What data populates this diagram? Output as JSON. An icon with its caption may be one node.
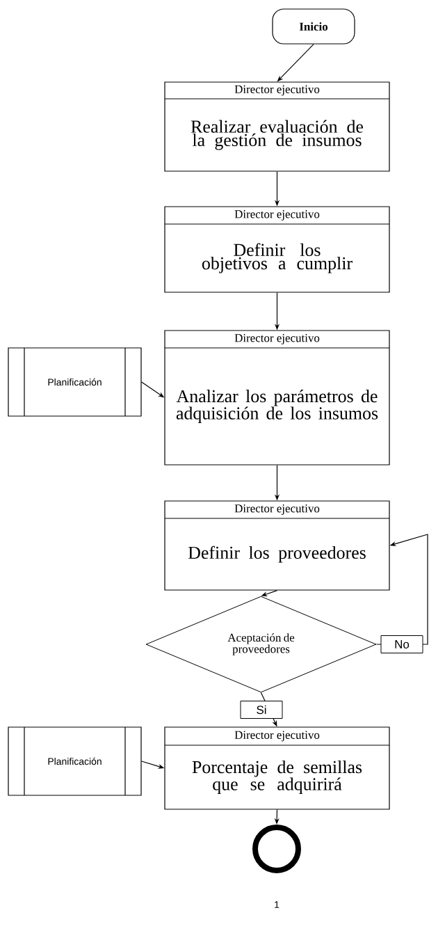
{
  "diagram": {
    "nodes": [
      {
        "text": [
          "Inicio"
        ]
      },
      {
        "text": [
          "Director ejecutivo",
          "Realizar evaluación de la gestión de insumos"
        ]
      },
      {
        "text": [
          "Director ejecutivo",
          "Definir los objetivos a cumplir"
        ]
      },
      {
        "text": [
          "Planificación"
        ]
      },
      {
        "text": [
          "Director ejecutivo",
          "Analizar los parámetros de adquisición de los insumos"
        ]
      },
      {
        "text": [
          "Director ejecutivo",
          "Definir los proveedores"
        ]
      },
      {
        "text": [
          "Aceptación de proveedores"
        ]
      },
      {
        "text": [
          "Planificación"
        ]
      },
      {
        "text": [
          "Director ejecutivo",
          "Porcentaje de semillas que se adquirirá"
        ]
      },
      {
        "text": [],
        "shape": "circle",
        "beside": [
          "1"
        ]
      }
    ],
    "edges": [
      {
        "from": 0,
        "to": 1,
        "arrow": "to"
      },
      {
        "from": 1,
        "to": 2,
        "arrow": "to"
      },
      {
        "from": 2,
        "to": 4,
        "arrow": "to"
      },
      {
        "from": 3,
        "to": 4,
        "arrow": "to"
      },
      {
        "from": 4,
        "to": 5,
        "arrow": "to"
      },
      {
        "from": 5,
        "to": 6,
        "arrow": "to"
      },
      {
        "from": 6,
        "to": 5,
        "arrow": "to",
        "label": "No"
      },
      {
        "from": 6,
        "to": 8,
        "arrow": "to",
        "label": "Si"
      },
      {
        "from": 7,
        "to": 8,
        "arrow": "to"
      },
      {
        "from": 8,
        "to": 9,
        "arrow": "to"
      }
    ]
  }
}
